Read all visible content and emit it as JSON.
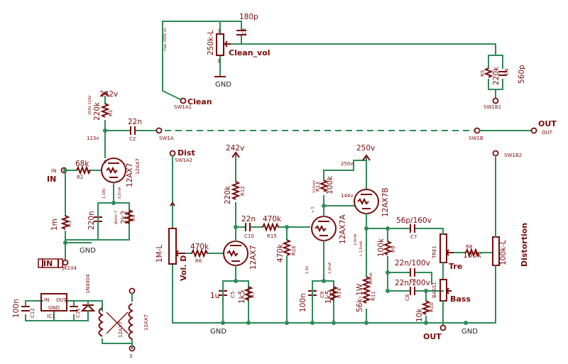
{
  "schematic": {
    "nets": {
      "clean": "Clean",
      "clean_vol": "Clean_vol",
      "out": "OUT",
      "out_small": "OUT",
      "out2": "OUT",
      "dist": "Dist",
      "in": "IN",
      "in_pin": "IN",
      "in_box": "IN",
      "gnd": "GND",
      "distortion": "Distortion",
      "vol_d": "Vol. D",
      "tre": "Tre",
      "bass": "Bass"
    },
    "supply": {
      "v242_top": "242v",
      "v242_mid": "242v",
      "v250_top": "250v",
      "v250_small": "250v",
      "v123": "123v",
      "v144": "144v"
    },
    "components": {
      "c180p": "180p",
      "c3": "C3",
      "r250k": "250k-L",
      "r220k_sw": "220k",
      "r5": "R5",
      "c4": "C4",
      "c560p": "560p",
      "r220k_1": "220k",
      "r1": "R1",
      "c22n_1": "22n",
      "c2": "C2",
      "sw1a": "SW1A",
      "sw1a1": "SW1A1",
      "sw1b": "SW1B",
      "sw1b1": "SW1B1",
      "sw1b2": "SW1B2",
      "sw1a2": "SW1A2",
      "r68k": "68k",
      "r2": "R2",
      "tube1": "12AX7",
      "tube1b": "12AX7",
      "r220_1": "220n",
      "c_r2k2": "2k2",
      "r4": "R4",
      "r1m": "1m",
      "r3": "R3",
      "jk": "JK104",
      "r220k_2": "220k",
      "r12": "R12",
      "c22n_2": "22n",
      "c10": "C10",
      "r470k_1": "470k",
      "r15": "R15",
      "r470k_2": "470k",
      "r16": "R16",
      "r1m_l": "1M-L",
      "r470k_3": "470k",
      "r6": "R6",
      "tube2": "12AX7",
      "c1u": "1u",
      "c5": "C5",
      "r1k5_1": "1k5",
      "r7": "R7",
      "r100k_1": "100k",
      "r13": "R13",
      "tube3": "12AX7A",
      "tube4": "12AX7B",
      "c100n_1": "100n",
      "c9": "C9",
      "r1k5_2": "1k5",
      "r14": "R14",
      "r56k": "56k-1W",
      "r11": "R11",
      "c56p": "56p/160v",
      "c7": "C7",
      "r100k_2": "100k",
      "r9": "R9",
      "c22n_3": "22n/100v",
      "c6": "C6",
      "c22n_4": "22n/100v",
      "c8": "C8",
      "r10k": "10k",
      "r10": "R10",
      "tre1": "TRE1",
      "r8": "R8",
      "r100k_3": "100k",
      "r100k_l": "100k-L",
      "bass1": "BASS1",
      "c100n_2": "100n",
      "c12": "C12",
      "ic1": "IC1",
      "ic_in": "IN",
      "ic_out": "OUT",
      "ic_gnd": "GND",
      "c11": "C11",
      "diode": "1N4004",
      "tube5": "12AX7",
      "tube5b": "12AX7",
      "pin3": "3"
    },
    "annotations": {
      "a1": "max 100V on",
      "a2": "200V 110V",
      "a3": "1,18V",
      "a4": "0,5mA",
      "a5": "8ohm 7",
      "a6": "110mV",
      "a7": "1,4V",
      "a8": "1,0mA",
      "a9": "2,0mA",
      "a10": "300mA",
      "a11": "+ 2,0mA"
    }
  }
}
